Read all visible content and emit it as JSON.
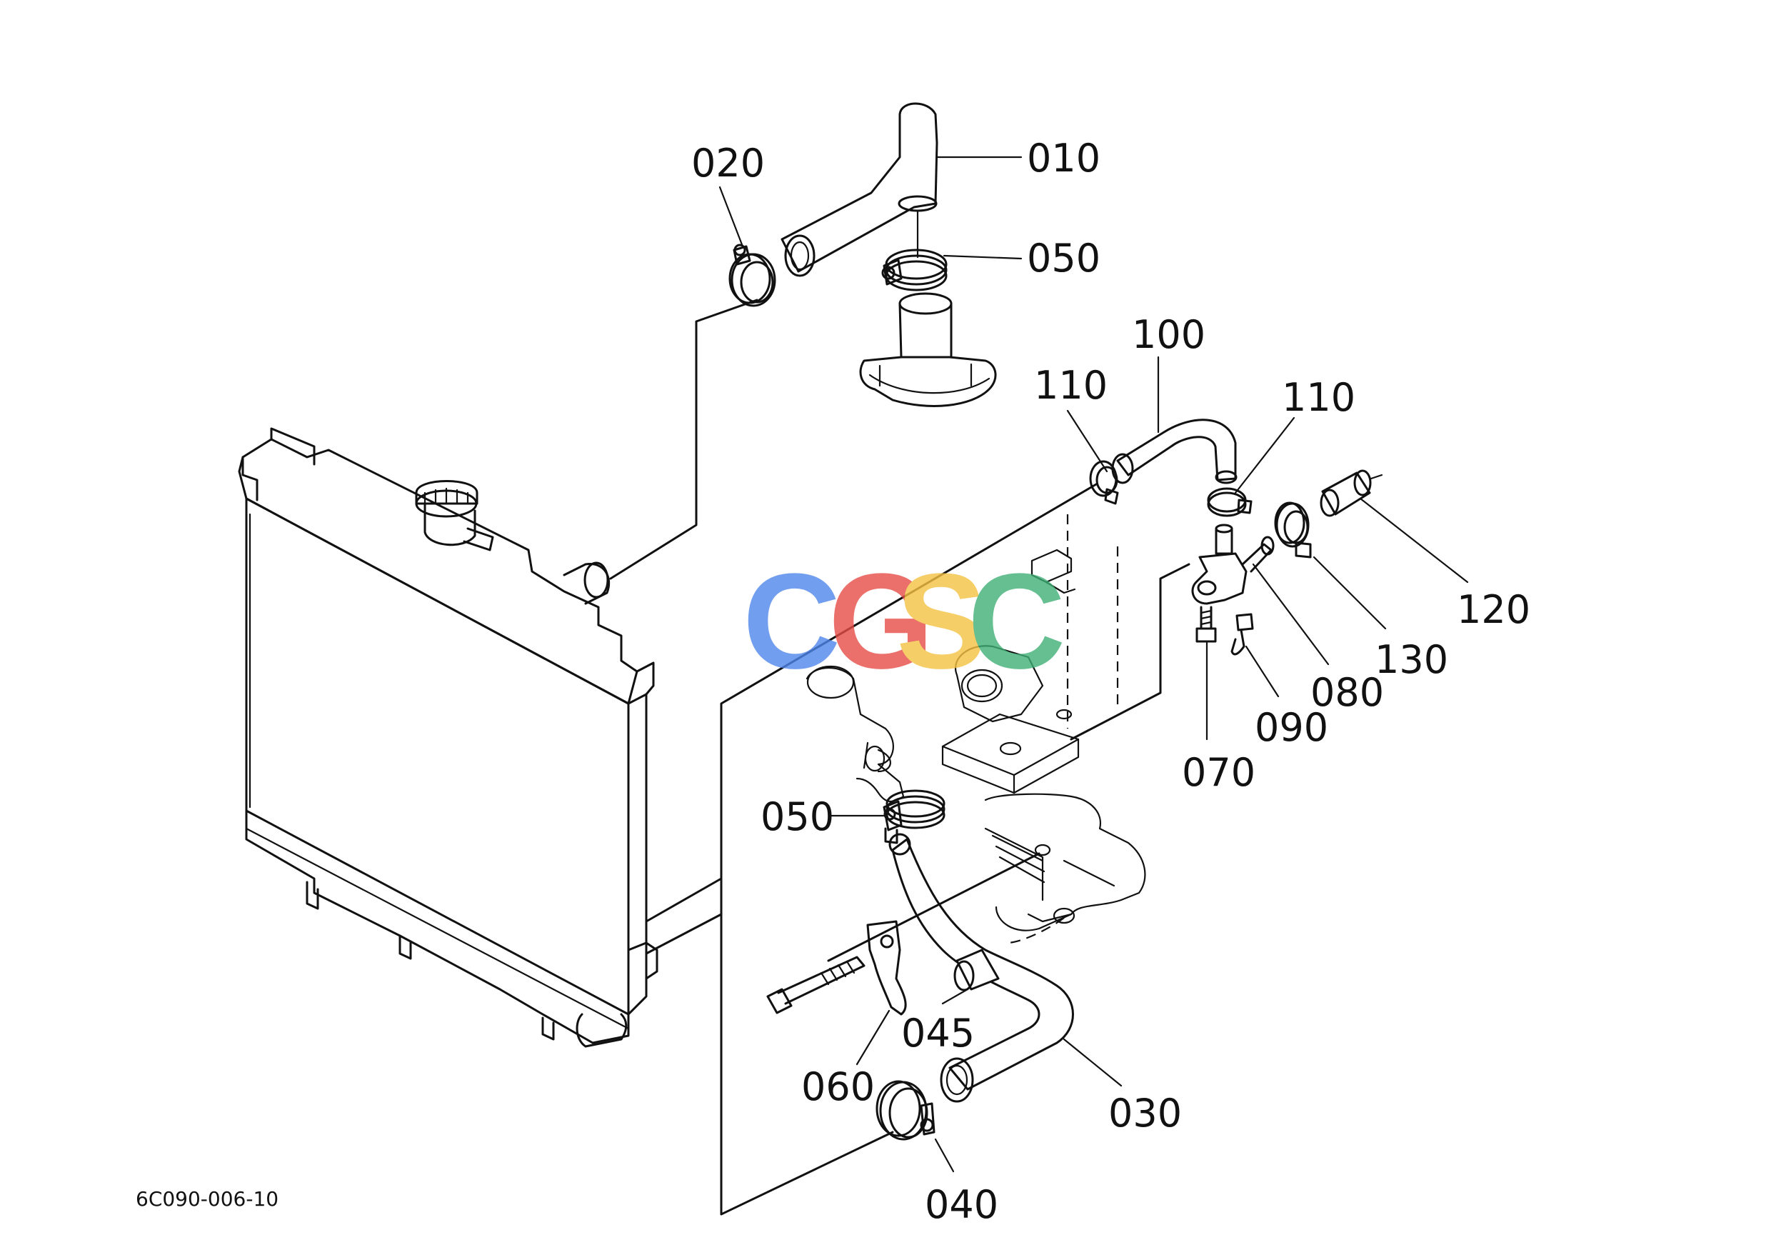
{
  "diagram": {
    "reference_code": "6C090-006-10",
    "watermark": {
      "letters": [
        "C",
        "G",
        "S",
        "C"
      ],
      "colors": [
        "#4f86ec",
        "#e74c45",
        "#f5c242",
        "#3fb075"
      ]
    },
    "labels": {
      "p010": "010",
      "p020": "020",
      "p030": "030",
      "p040": "040",
      "p045": "045",
      "p050_top": "050",
      "p050_mid": "050",
      "p060": "060",
      "p070": "070",
      "p080": "080",
      "p090": "090",
      "p100": "100",
      "p110_left": "110",
      "p110_right": "110",
      "p120": "120",
      "p130": "130"
    }
  }
}
